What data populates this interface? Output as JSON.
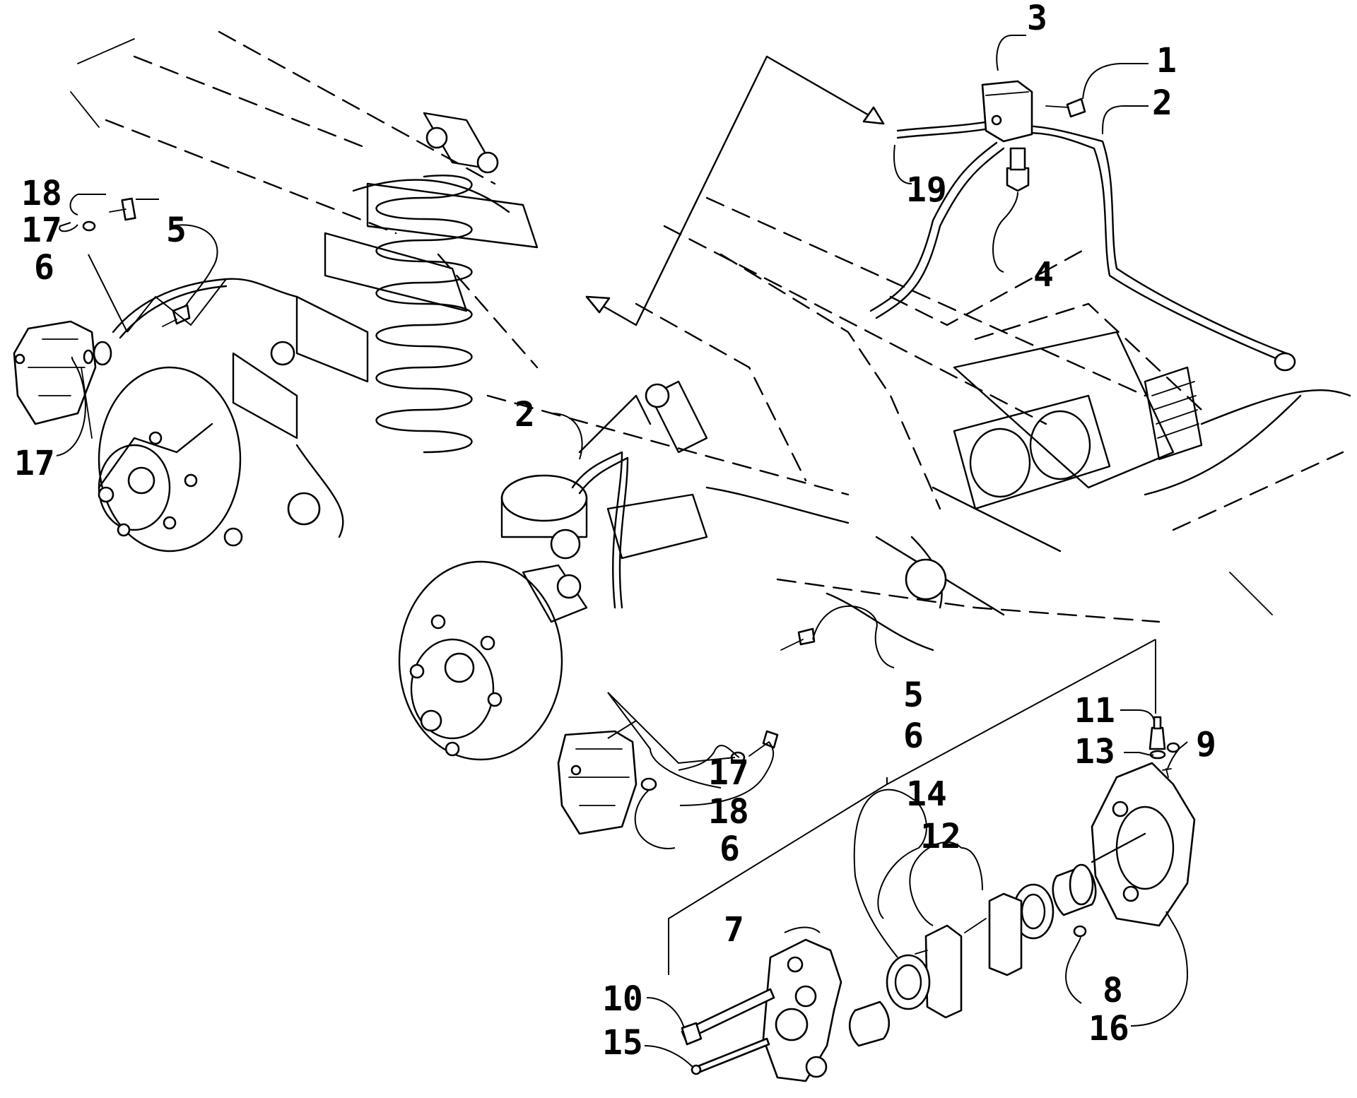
{
  "callouts": [
    {
      "id": "c1",
      "text": "1"
    },
    {
      "id": "c2a",
      "text": "2"
    },
    {
      "id": "c2b",
      "text": "2"
    },
    {
      "id": "c3",
      "text": "3"
    },
    {
      "id": "c4",
      "text": "4"
    },
    {
      "id": "c5a",
      "text": "5"
    },
    {
      "id": "c5b",
      "text": "5"
    },
    {
      "id": "c6a",
      "text": "6"
    },
    {
      "id": "c6b",
      "text": "6"
    },
    {
      "id": "c6c",
      "text": "6"
    },
    {
      "id": "c7",
      "text": "7"
    },
    {
      "id": "c8",
      "text": "8"
    },
    {
      "id": "c9",
      "text": "9"
    },
    {
      "id": "c10",
      "text": "10"
    },
    {
      "id": "c11",
      "text": "11"
    },
    {
      "id": "c12",
      "text": "12"
    },
    {
      "id": "c13",
      "text": "13"
    },
    {
      "id": "c14",
      "text": "14"
    },
    {
      "id": "c15",
      "text": "15"
    },
    {
      "id": "c16",
      "text": "16"
    },
    {
      "id": "c17a",
      "text": "17"
    },
    {
      "id": "c17b",
      "text": "17"
    },
    {
      "id": "c17c",
      "text": "17"
    },
    {
      "id": "c18a",
      "text": "18"
    },
    {
      "id": "c18b",
      "text": "18"
    },
    {
      "id": "c19",
      "text": "19"
    }
  ]
}
